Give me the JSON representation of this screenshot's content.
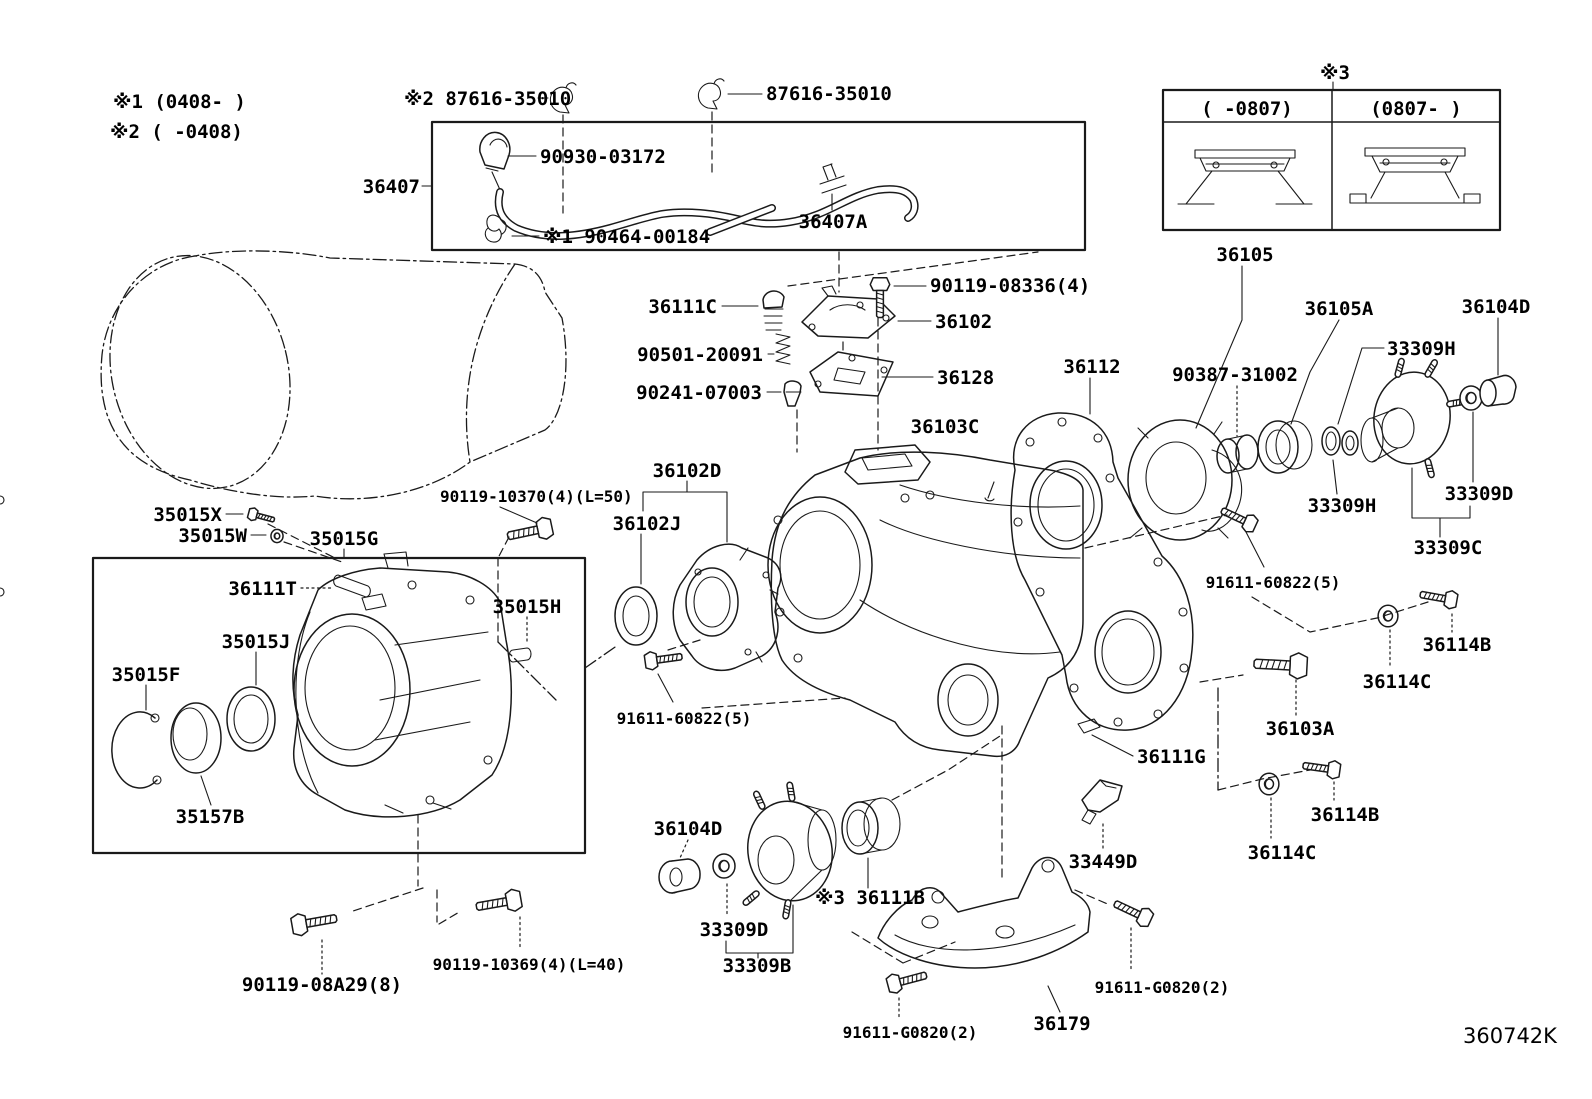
{
  "notes": {
    "n1": "※1 (0408-      )",
    "n2": "※2 (      -0408)",
    "n3": "※3"
  },
  "table": {
    "left": "(   -0807)",
    "right": "(0807-   )"
  },
  "code": "360742K",
  "labels": {
    "hose_clip_a": "※2 87616-35010",
    "hose_clip_b": "87616-35010",
    "hose_sensor": "90930-03172",
    "hose_assy": "36407",
    "hose_clamp": "※1 90464-00184",
    "hose_pipe": "36407A",
    "front_case": "36105",
    "front_case_sub": "36105A",
    "bush_90387": "90387-31002",
    "oring_upper": "33309H",
    "oring_lower": "33309H",
    "washer_front": "33309D",
    "nut_front": "36104D",
    "hub_front": "33309C",
    "bolt_60822_r": "91611-60822(5)",
    "bolt_36114B_r1": "36114B",
    "washer_36114C_r1": "36114C",
    "bolt_36103A": "36103A",
    "plug_36111G": "36111G",
    "sensor_33449D": "33449D",
    "bolt_36114B_r2": "36114B",
    "washer_36114C_r2": "36114C",
    "bolt_G0820_r": "91611-G0820(2)",
    "bracket_36179": "36179",
    "bolt_G0820_l": "91611-G0820(2)",
    "hub_rear": "33309B",
    "ring_36111B": "※3 36111B",
    "washer_rear": "33309D",
    "nut_rear": "36104D",
    "bolt_60822_l": "91611-60822(5)",
    "case_36103C": "36103C",
    "cover_36112": "36112",
    "plate_36102": "36102",
    "gasket_36128": "36128",
    "plug_36111C": "36111C",
    "spring_90501": "90501-20091",
    "plug_90241": "90241-07003",
    "bolt_08336": "90119-08336(4)",
    "carrier_36102D": "36102D",
    "seal_36102J": "36102J",
    "plug_35015X": "35015X",
    "washer_35015W": "35015W",
    "housing_35015G": "35015G",
    "bolt_10370": "90119-10370(4)(L=50)",
    "pin_36111T": "36111T",
    "plug_35015H": "35015H",
    "seal_35015J": "35015J",
    "snapring_35015F": "35015F",
    "cup_35157B": "35157B",
    "bolt_08A29": "90119-08A29(8)",
    "bolt_10369": "90119-10369(4)(L=40)"
  }
}
